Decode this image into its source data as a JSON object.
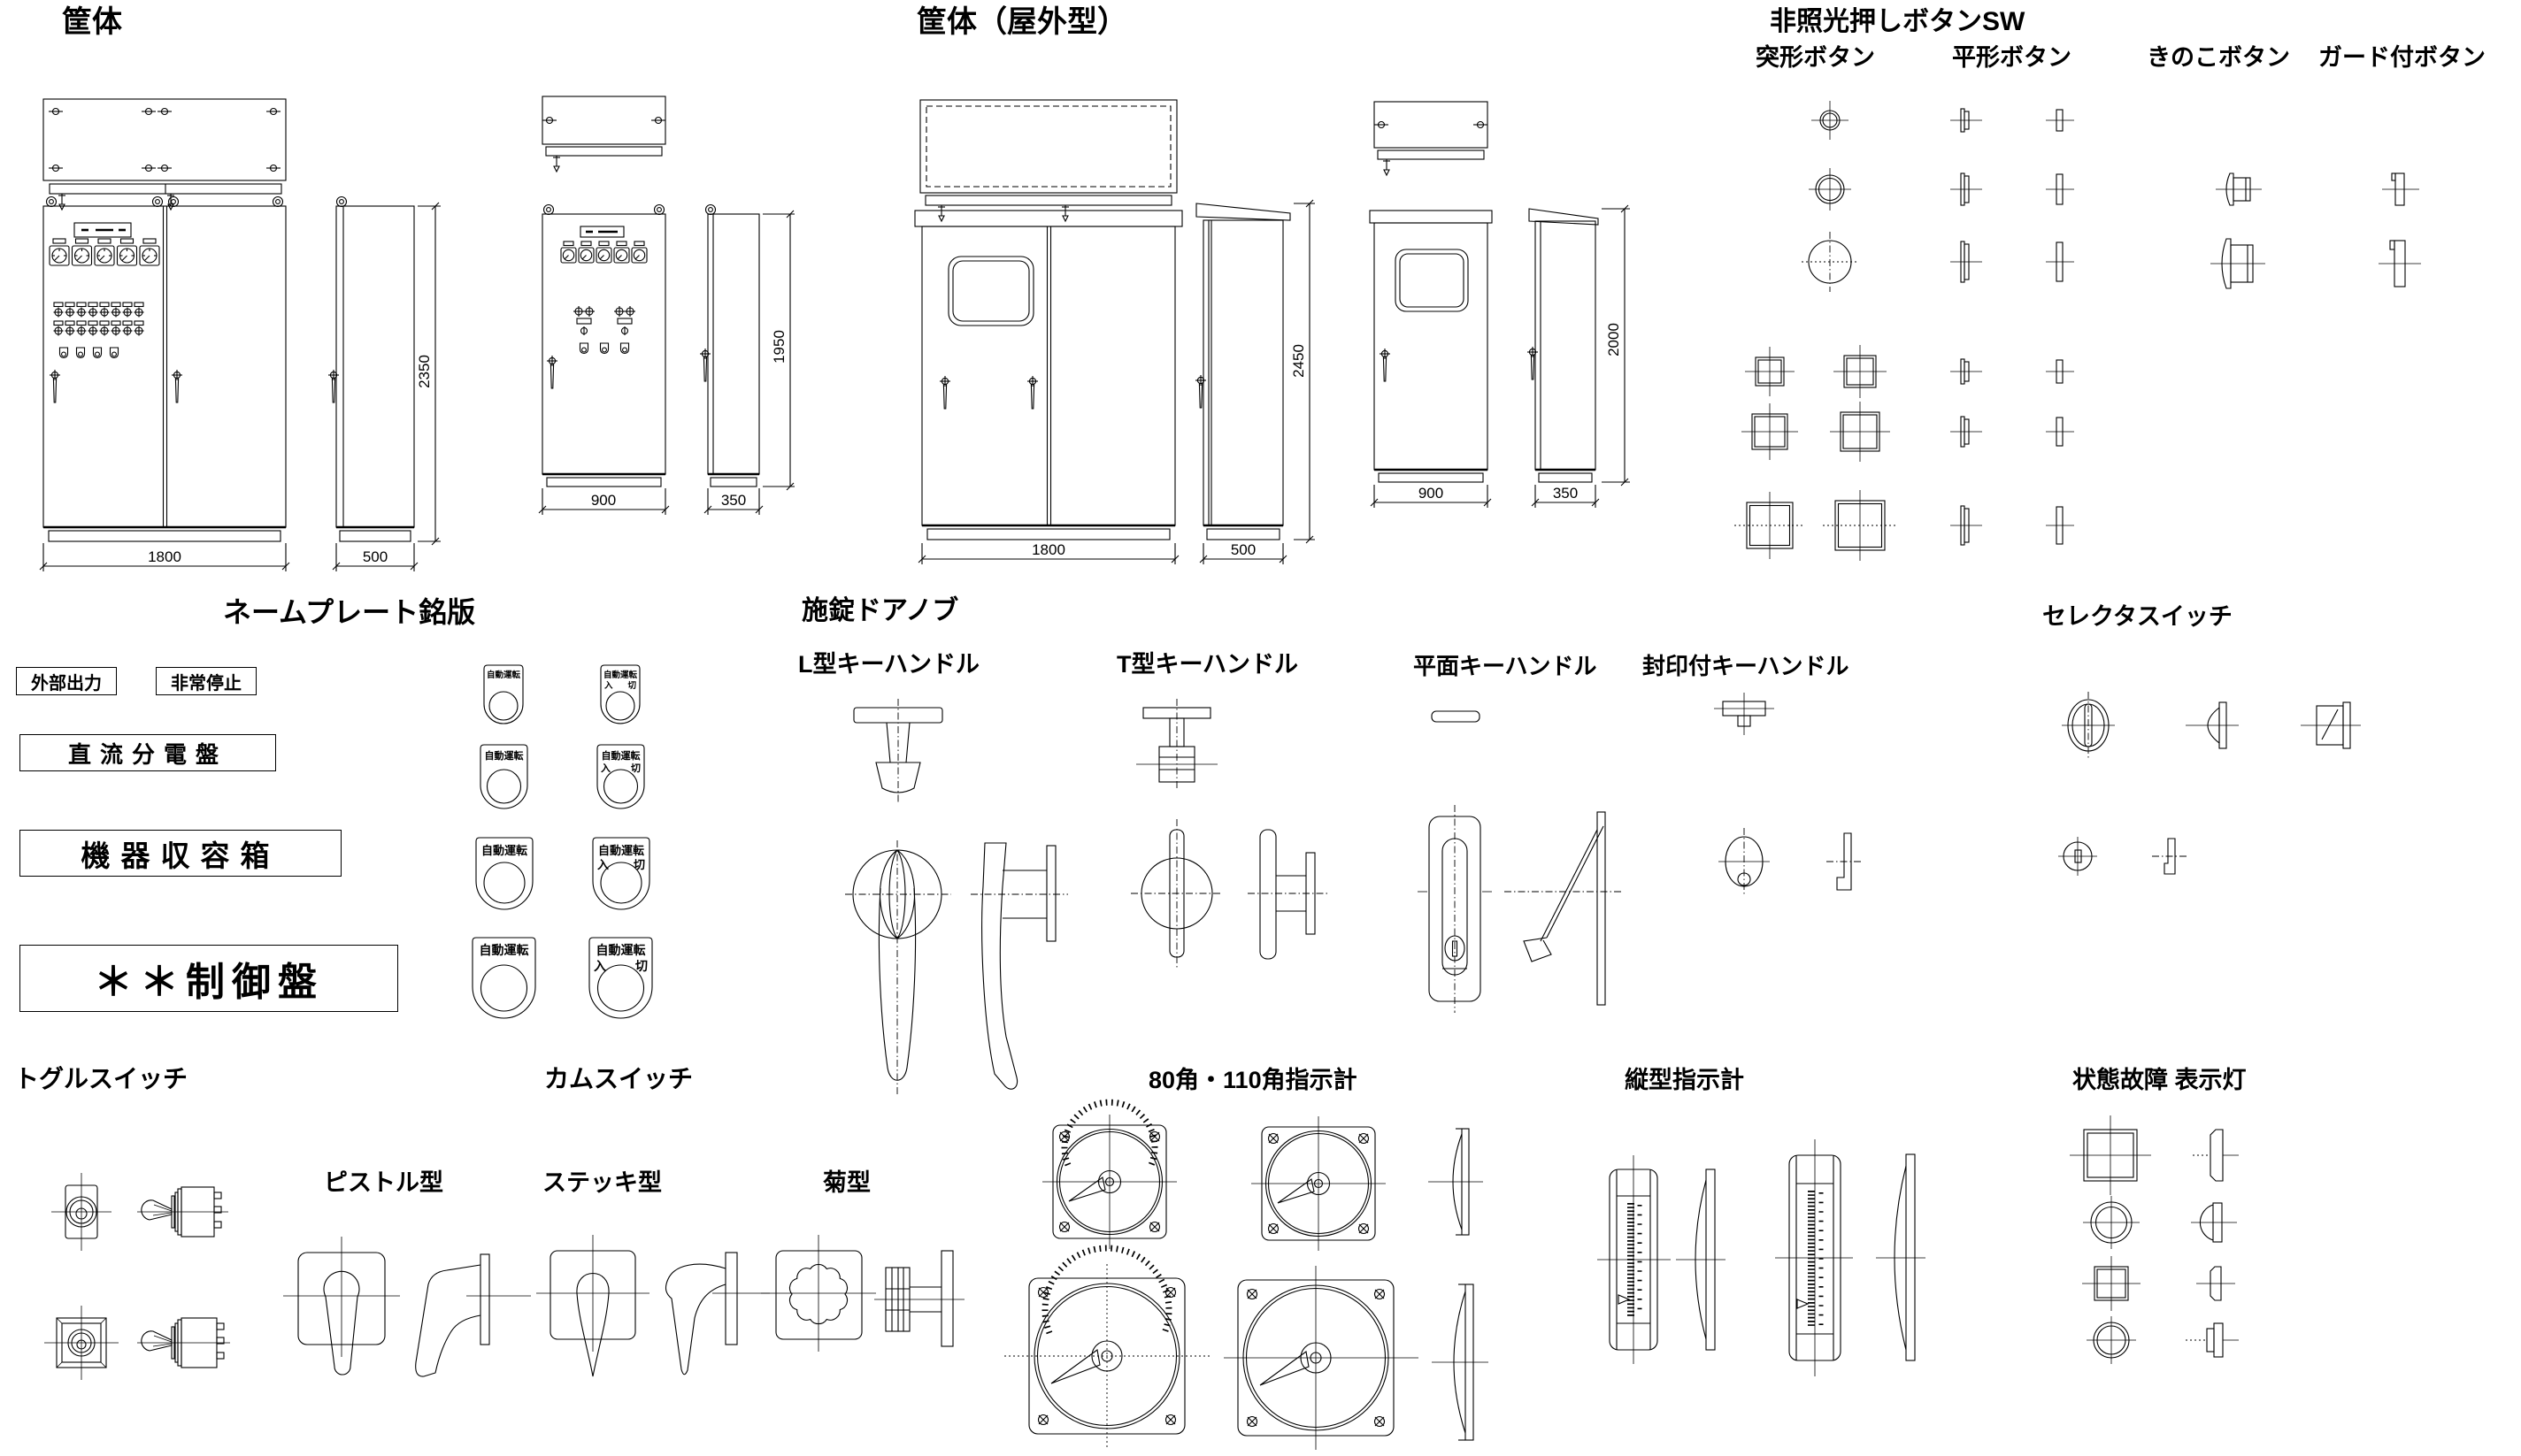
{
  "sections": {
    "cabinet": {
      "title": "筐体"
    },
    "cabinet_outdoor": {
      "title": "筐体（屋外型）"
    },
    "pushbutton": {
      "title": "非照光押しボタンSW",
      "cols": [
        "突形ボタン",
        "平形ボタン",
        "きのこボタン",
        "ガード付ボタン"
      ]
    },
    "nameplate": {
      "title": "ネームプレート銘版",
      "plates": {
        "p1": "外部出力",
        "p2": "非常停止",
        "p3": "直流分電盤",
        "p4": "機器収容箱",
        "p5": "＊＊制御盤"
      },
      "tag_title": "自動運転",
      "tag_on": "入",
      "tag_off": "切"
    },
    "doorknob": {
      "title": "施錠ドアノブ",
      "types": [
        "L型キーハンドル",
        "T型キーハンドル",
        "平面キーハンドル",
        "封印付キーハンドル"
      ]
    },
    "selector": {
      "title": "セレクタスイッチ"
    },
    "toggle": {
      "title": "トグルスイッチ"
    },
    "cam": {
      "title": "カムスイッチ",
      "types": [
        "ピストル型",
        "ステッキ型",
        "菊型"
      ]
    },
    "meter": {
      "title": "80角・110角指示計"
    },
    "vmeter": {
      "title": "縦型指示計"
    },
    "lamp": {
      "title": "状態故障 表示灯"
    }
  },
  "dimensions": {
    "cab1": {
      "w": "1800",
      "d": "500",
      "h": "2350"
    },
    "cab2": {
      "w": "900",
      "d": "350",
      "h": "1950"
    },
    "out1": {
      "w": "1800",
      "d": "500",
      "h": "2450"
    },
    "out2": {
      "w": "900",
      "d": "350",
      "h": "2000"
    }
  },
  "colors": {
    "line": "#000000",
    "background": "#ffffff"
  }
}
